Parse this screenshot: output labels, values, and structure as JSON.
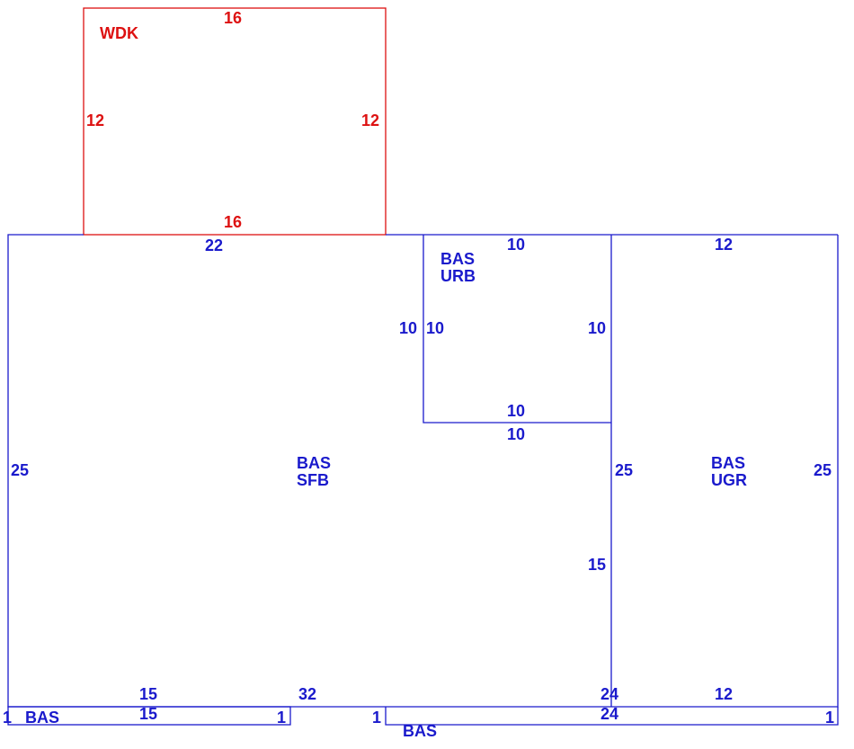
{
  "colors": {
    "main_line": "#1a1acc",
    "deck_line": "#dd1111"
  },
  "areas": {
    "wdk": {
      "code": "WDK"
    },
    "sfb": {
      "code": "BAS",
      "sub": "SFB"
    },
    "urb": {
      "code": "BAS",
      "sub": "URB"
    },
    "ugr": {
      "code": "BAS",
      "sub": "UGR"
    },
    "bas_left": {
      "code": "BAS"
    },
    "bas_bottom": {
      "code": "BAS"
    }
  },
  "dimensions": {
    "wdk_top": "16",
    "wdk_left": "12",
    "wdk_right": "12",
    "wdk_bottom": "16",
    "sfb_top": "22",
    "sfb_left": "25",
    "urb_outer_left": "10",
    "urb_left": "10",
    "urb_top": "10",
    "urb_right": "10",
    "urb_bottom_inner": "10",
    "urb_bottom_outer": "10",
    "ugr_top": "12",
    "ugr_left": "25",
    "ugr_right": "25",
    "sfb_right_lower": "15",
    "strip_top": "15",
    "strip_bottom": "15",
    "sfb_bottom": "32",
    "bottom_left_end": "1",
    "strip_right_end": "1",
    "bottom_mid_end": "1",
    "center_top": "24",
    "center_bottom": "24",
    "ugr_bottom": "12",
    "right_end": "1"
  }
}
